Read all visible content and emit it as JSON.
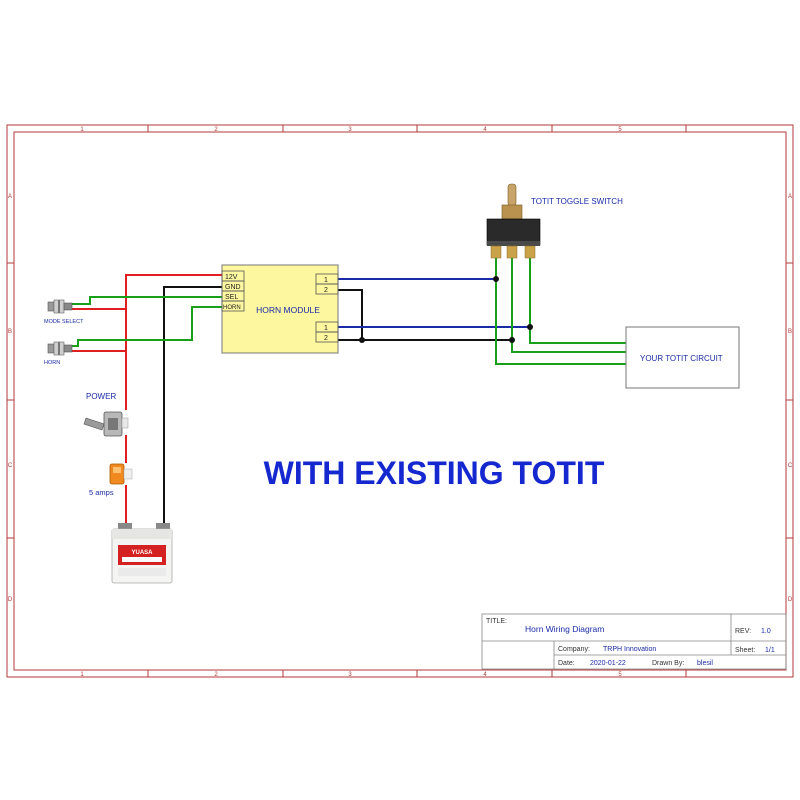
{
  "sheet": {
    "frame_color": "#b03a3a",
    "col_labels": [
      "1",
      "2",
      "3",
      "4",
      "5"
    ],
    "row_labels": [
      "A",
      "B",
      "C",
      "D"
    ]
  },
  "module": {
    "title": "HORN MODULE",
    "pins": [
      "12V",
      "GND",
      "SEL",
      "HORN"
    ],
    "out_a": [
      "1",
      "2"
    ],
    "out_b": [
      "1",
      "2"
    ]
  },
  "labels": {
    "mode_select": "MODE SELECT",
    "horn": "HORN",
    "power": "POWER",
    "fuse": "5 amps",
    "toggle": "TOTIT TOGGLE SWITCH",
    "circuit": "YOUR TOTIT CIRCUIT",
    "heading": "WITH EXISTING TOTIT",
    "battery_brand": "YUASA"
  },
  "title_block": {
    "title_label": "TITLE:",
    "title": "Horn Wiring Diagram",
    "rev_label": "REV:",
    "rev": "1.0",
    "company_label": "Company:",
    "company": "TRPH Innovation",
    "sheet_label": "Sheet:",
    "sheet": "1/1",
    "date_label": "Date:",
    "date": "2020-01-22",
    "drawn_label": "Drawn By:",
    "drawn": "blesil"
  },
  "colors": {
    "red": "#e02020",
    "black": "#111111",
    "green": "#18a018",
    "blue": "#1a2aa8",
    "module_fill": "#fdf7a0",
    "heading": "#1528d0"
  }
}
